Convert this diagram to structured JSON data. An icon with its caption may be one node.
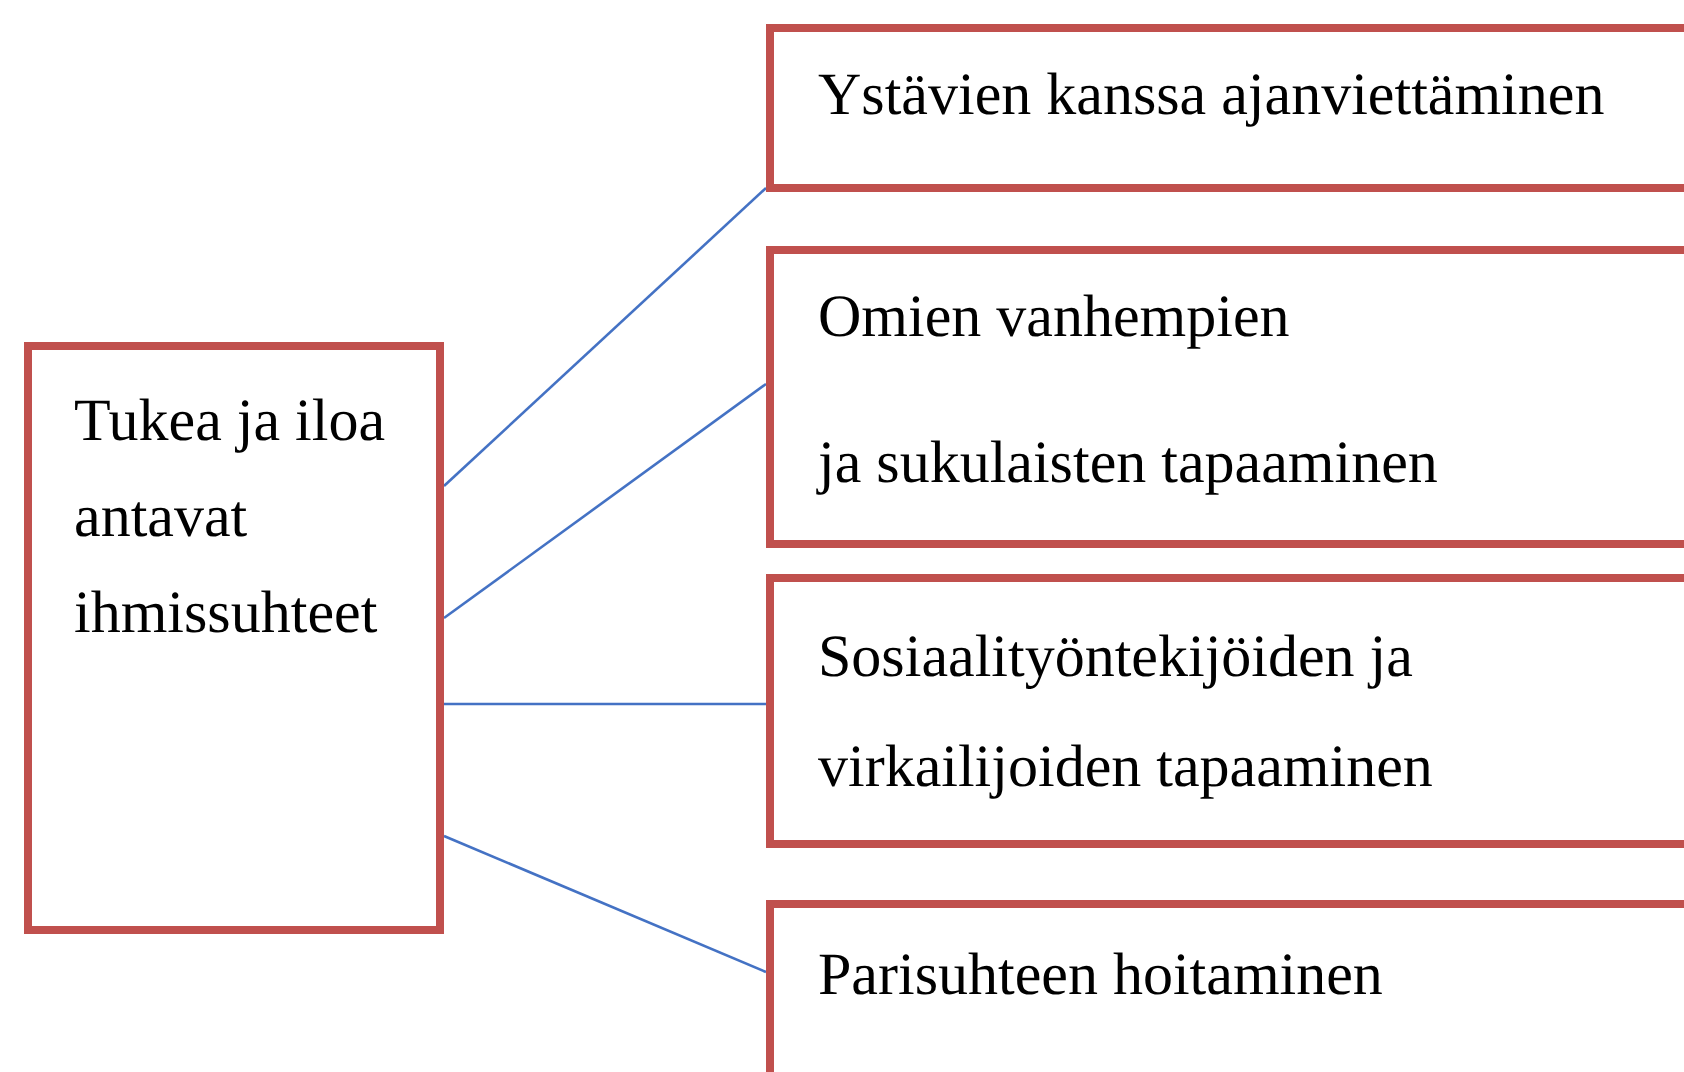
{
  "diagram": {
    "nodes": [
      {
        "text": [
          "Tukea ja iloa antavat ihmissuhteet"
        ]
      },
      {
        "text": [
          "Ystävien kanssa ajanviettäminen"
        ]
      },
      {
        "text": [
          "Omien vanhempien",
          "ja sukulaisten tapaaminen"
        ]
      },
      {
        "text": [
          "Sosiaalityöntekijöiden ja virkailijoiden tapaaminen"
        ]
      },
      {
        "text": [
          "Parisuhteen hoitaminen"
        ]
      }
    ],
    "edges": [
      {
        "from": 0,
        "to": 1,
        "arrow": "none"
      },
      {
        "from": 0,
        "to": 2,
        "arrow": "none"
      },
      {
        "from": 0,
        "to": 3,
        "arrow": "none"
      },
      {
        "from": 0,
        "to": 4,
        "arrow": "none"
      }
    ]
  }
}
